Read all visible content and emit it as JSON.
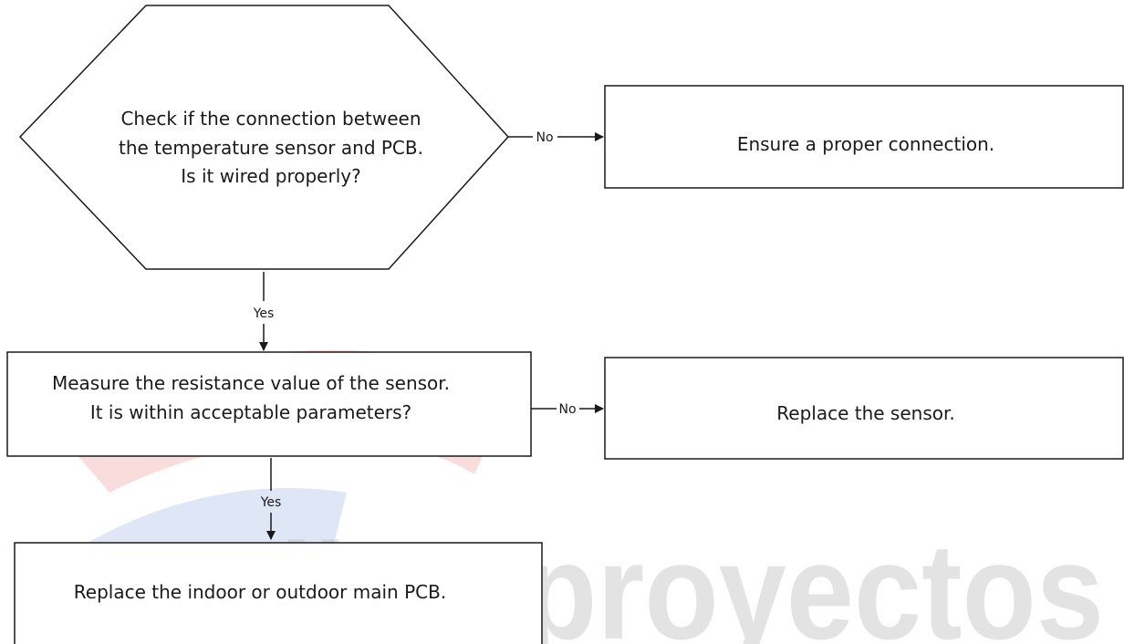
{
  "watermark": {
    "text": "Climaproyectos",
    "colors": {
      "text": "#8e8e8e",
      "red": "#e34a4a",
      "blue": "#5b7fd0",
      "grey": "#d9d9d9"
    }
  },
  "nodes": {
    "decision_wiring": {
      "lines": [
        "Check if the connection between",
        "the temperature sensor and PCB.",
        "Is it wired properly?"
      ]
    },
    "action_connection": {
      "lines": [
        "Ensure a proper connection."
      ]
    },
    "decision_resistance": {
      "lines": [
        "Measure the resistance value of the sensor.",
        "It is within acceptable parameters?"
      ]
    },
    "action_replace_sensor": {
      "lines": [
        "Replace the sensor."
      ]
    },
    "action_replace_pcb": {
      "lines": [
        "Replace the indoor or outdoor main PCB."
      ]
    }
  },
  "edges": {
    "wiring_no": {
      "label": "No"
    },
    "wiring_yes": {
      "label": "Yes"
    },
    "resistance_no": {
      "label": "No"
    },
    "resistance_yes": {
      "label": "Yes"
    }
  },
  "colors": {
    "stroke": "#1a1a1a",
    "fill": "#ffffff"
  }
}
